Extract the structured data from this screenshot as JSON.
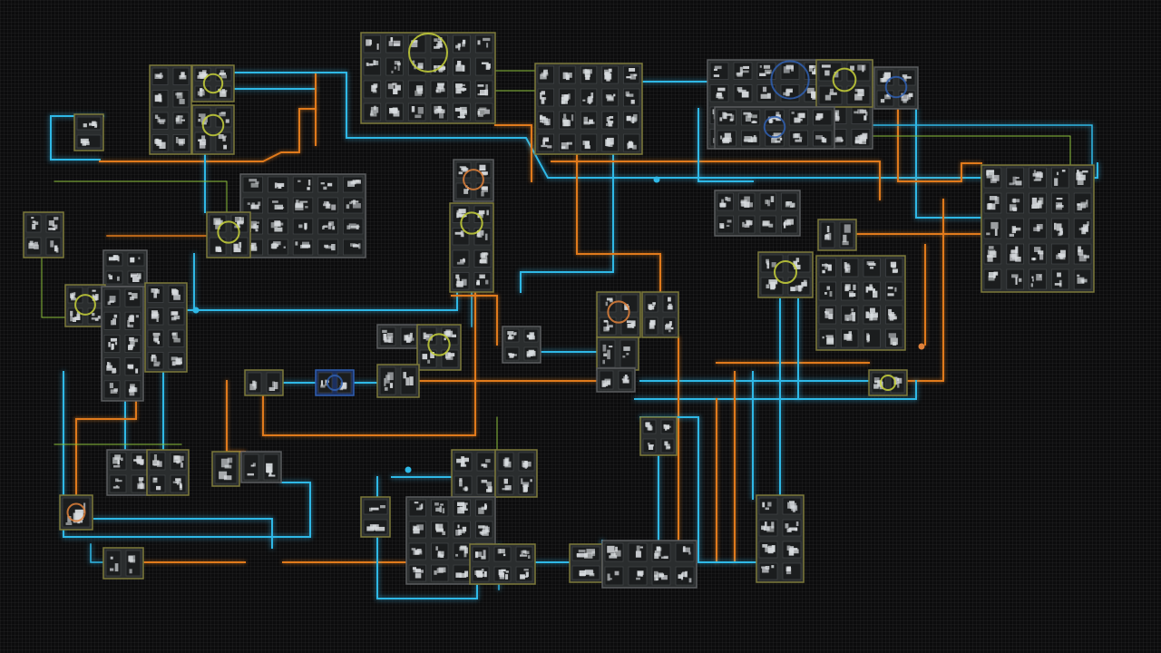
{
  "colors": {
    "background": "#0c0c0d",
    "wire_cyan": "#2fb8e6",
    "wire_orange": "#e07a1c",
    "wire_green": "#8bbf3a",
    "module_fill": "#2a2d2e",
    "module_border_olive": "#7d7a3a",
    "module_border_gray": "#5a5c5e",
    "component_white": "#d8dcdf",
    "accent_yellow": "#c8d23a",
    "accent_blue": "#2f5fb0",
    "accent_orange": "#e0813a"
  },
  "diagram": {
    "kind": "circuit-node-graph",
    "modules": [
      {
        "id": "m01",
        "style": "olive",
        "accent": "none"
      },
      {
        "id": "m02",
        "style": "olive",
        "accent": "yellow"
      },
      {
        "id": "m03",
        "style": "olive",
        "accent": "yellow"
      },
      {
        "id": "m04",
        "style": "olive",
        "accent": "yellow"
      },
      {
        "id": "m05",
        "style": "olive",
        "accent": "none"
      },
      {
        "id": "m06",
        "style": "gray",
        "accent": "none"
      },
      {
        "id": "m07",
        "style": "olive",
        "accent": "yellow"
      },
      {
        "id": "m08",
        "style": "gray",
        "accent": "orange"
      },
      {
        "id": "m09",
        "style": "olive",
        "accent": "yellow"
      },
      {
        "id": "m10",
        "style": "olive",
        "accent": "none"
      },
      {
        "id": "m11",
        "style": "gray",
        "accent": "blue"
      },
      {
        "id": "m12",
        "style": "olive",
        "accent": "yellow"
      },
      {
        "id": "m13",
        "style": "gray",
        "accent": "blue"
      },
      {
        "id": "m14",
        "style": "gray",
        "accent": "blue"
      },
      {
        "id": "m15",
        "style": "olive",
        "accent": "none"
      },
      {
        "id": "m16",
        "style": "olive",
        "accent": "none"
      },
      {
        "id": "m17",
        "style": "gray",
        "accent": "none"
      },
      {
        "id": "m18",
        "style": "olive",
        "accent": "none"
      },
      {
        "id": "m19",
        "style": "olive",
        "accent": "yellow"
      },
      {
        "id": "m20",
        "style": "olive",
        "accent": "none"
      },
      {
        "id": "m21",
        "style": "gray",
        "accent": "none"
      },
      {
        "id": "m22",
        "style": "olive",
        "accent": "yellow"
      },
      {
        "id": "m23",
        "style": "gray",
        "accent": "none"
      },
      {
        "id": "m24",
        "style": "olive",
        "accent": "none"
      },
      {
        "id": "m25",
        "style": "gray",
        "accent": "none"
      },
      {
        "id": "m26",
        "style": "olive",
        "accent": "yellow"
      },
      {
        "id": "m27",
        "style": "olive",
        "accent": "none"
      },
      {
        "id": "m28",
        "style": "gray",
        "accent": "none"
      },
      {
        "id": "m29",
        "style": "olive",
        "accent": "orange"
      },
      {
        "id": "m30",
        "style": "olive",
        "accent": "none"
      },
      {
        "id": "m31",
        "style": "olive",
        "accent": "none"
      },
      {
        "id": "m32",
        "style": "gray",
        "accent": "none"
      },
      {
        "id": "m33",
        "style": "olive",
        "accent": "none"
      },
      {
        "id": "m34",
        "style": "blue",
        "accent": "blue"
      },
      {
        "id": "m35",
        "style": "olive",
        "accent": "yellow"
      },
      {
        "id": "m36",
        "style": "olive",
        "accent": "none"
      },
      {
        "id": "m37",
        "style": "gray",
        "accent": "none"
      },
      {
        "id": "m38",
        "style": "olive",
        "accent": "none"
      },
      {
        "id": "m39",
        "style": "olive",
        "accent": "none"
      },
      {
        "id": "m40",
        "style": "gray",
        "accent": "none"
      },
      {
        "id": "m41",
        "style": "olive",
        "accent": "none"
      },
      {
        "id": "m42",
        "style": "olive",
        "accent": "none"
      },
      {
        "id": "m43",
        "style": "olive",
        "accent": "orange"
      },
      {
        "id": "m44",
        "style": "olive",
        "accent": "none"
      },
      {
        "id": "m45",
        "style": "gray",
        "accent": "none"
      },
      {
        "id": "m46",
        "style": "olive",
        "accent": "none"
      },
      {
        "id": "m47",
        "style": "olive",
        "accent": "none"
      },
      {
        "id": "m48",
        "style": "gray",
        "accent": "none"
      },
      {
        "id": "m49",
        "style": "olive",
        "accent": "none"
      },
      {
        "id": "m50",
        "style": "olive",
        "accent": "none"
      }
    ],
    "wire_colors": [
      "cyan",
      "orange",
      "green"
    ]
  }
}
